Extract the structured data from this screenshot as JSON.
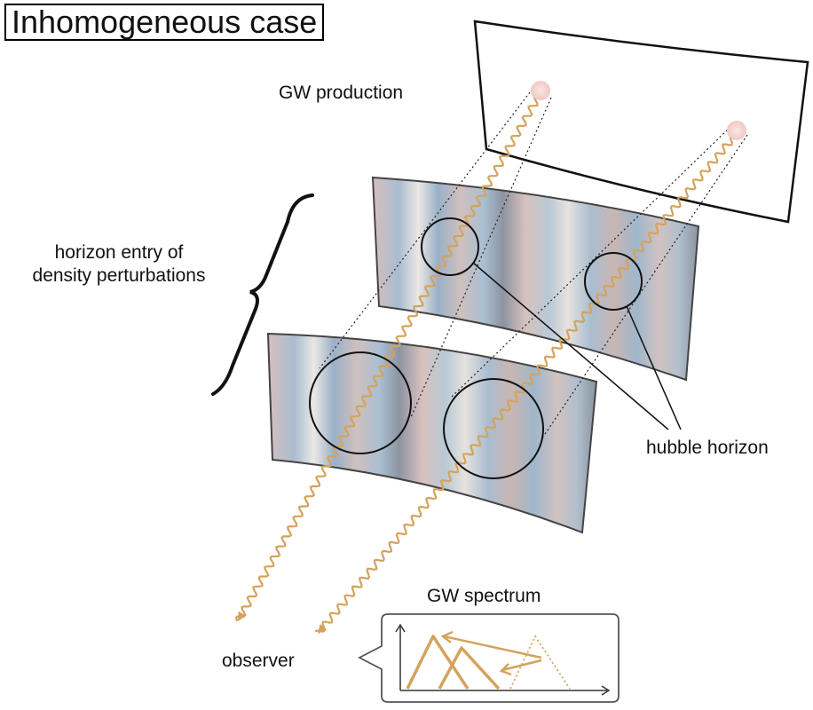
{
  "title": "Inhomogeneous case",
  "labels": {
    "gw_production": "GW production",
    "horizon_entry_line1": "horizon entry of",
    "horizon_entry_line2": "density perturbations",
    "hubble_horizon": "hubble horizon",
    "observer": "observer",
    "gw_spectrum": "GW spectrum"
  },
  "colors": {
    "wave": "#d4a35c",
    "source": "#f6d5d2",
    "band_blue": "#a9bfd1",
    "band_red": "#d8c1bd",
    "band_gray": "#8e95a2",
    "band_light": "#e9e6e2"
  }
}
